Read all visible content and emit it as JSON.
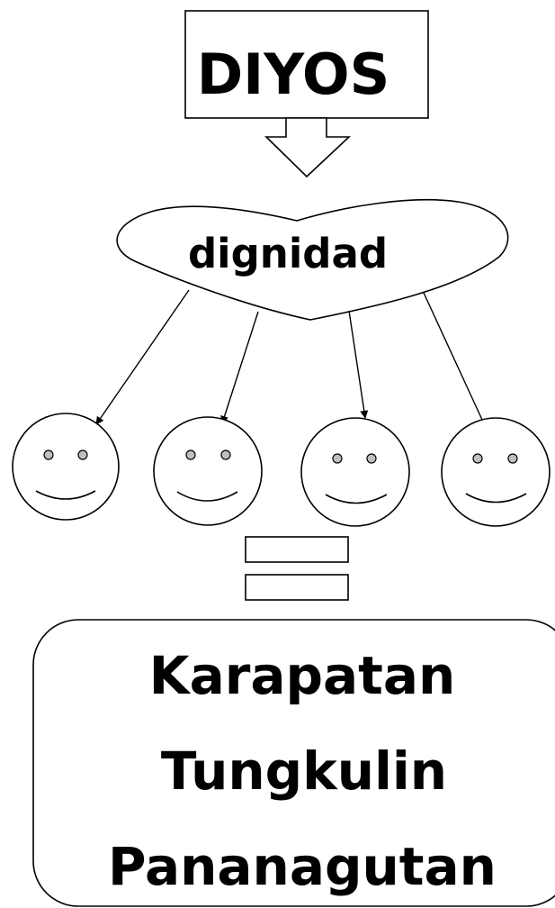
{
  "top_box": {
    "label": "DIYOS"
  },
  "heart": {
    "label": "dignidad"
  },
  "faces": [
    {
      "id": "face-1"
    },
    {
      "id": "face-2"
    },
    {
      "id": "face-3"
    },
    {
      "id": "face-4"
    }
  ],
  "bottom_box": {
    "lines": [
      "Karapatan",
      "Tungkulin",
      "Pananagutan"
    ]
  },
  "colors": {
    "stroke": "#000000",
    "fill": "#ffffff",
    "eye_fill": "#bfbfbf"
  }
}
